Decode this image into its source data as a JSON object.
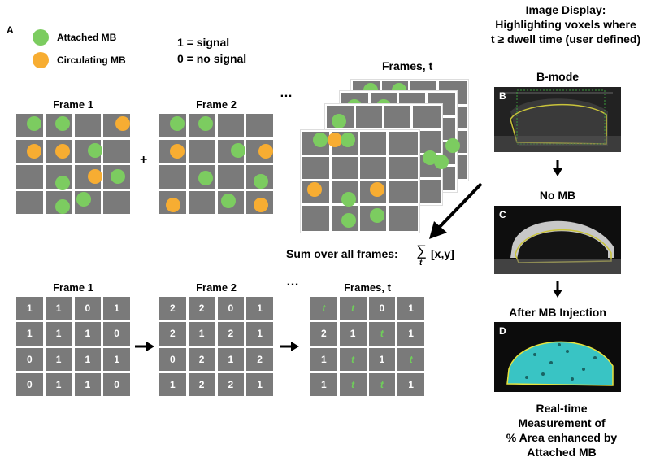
{
  "panel_label": "A",
  "legend": {
    "attached": "Attached MB",
    "circulating": "Circulating MB",
    "signal": "1 = signal",
    "no_signal": "0 = no signal",
    "attached_color": "#7ccc60",
    "circulating_color": "#f7ad32"
  },
  "top_row": {
    "frame1_title": "Frame 1",
    "frame2_title": "Frame 2",
    "plus": "+",
    "ellipsis": "…",
    "frames_title": "Frames, t"
  },
  "sum_label": "Sum over all frames:",
  "sum_symbol": "∑",
  "sum_sub": "t",
  "sum_expr": "[x,y]",
  "bottom_row": {
    "frame1_title": "Frame 1",
    "frame2_title": "Frame 2",
    "ellipsis": "…",
    "frames_title": "Frames, t",
    "frame1_values": [
      "1",
      "1",
      "0",
      "1",
      "1",
      "1",
      "1",
      "0",
      "0",
      "1",
      "1",
      "1",
      "0",
      "1",
      "1",
      "0"
    ],
    "frame2_values": [
      "2",
      "2",
      "0",
      "1",
      "2",
      "1",
      "2",
      "1",
      "0",
      "2",
      "1",
      "2",
      "1",
      "2",
      "2",
      "1"
    ],
    "framet_values": [
      "t",
      "t",
      "0",
      "1",
      "2",
      "1",
      "t",
      "1",
      "1",
      "t",
      "1",
      "t",
      "1",
      "t",
      "t",
      "1"
    ]
  },
  "right": {
    "image_display": "Image Display:",
    "line2": "Highlighting voxels where",
    "line3": "t ≥ dwell time (user defined)",
    "bmode": "B-mode",
    "bmode_letter": "B",
    "nomb": "No MB",
    "nomb_letter": "C",
    "after": "After MB Injection",
    "after_letter": "D",
    "measure": [
      "Real-time",
      "Measurement of",
      "% Area enhanced by",
      "Attached MB"
    ]
  }
}
